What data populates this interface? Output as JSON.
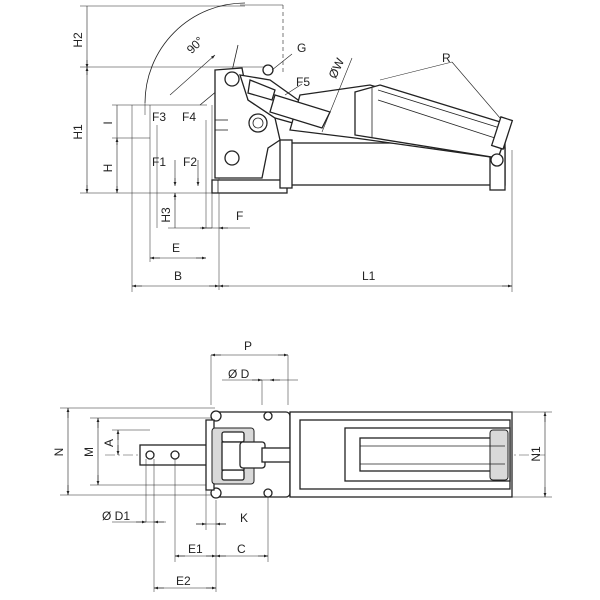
{
  "side_view_labels": {
    "H2": "H2",
    "H1": "H1",
    "H": "H",
    "angle": "90°",
    "G": "G",
    "W": "ØW",
    "F5": "F5",
    "R": "R",
    "F3": "F3",
    "F4": "F4",
    "I": "I",
    "F1": "F1",
    "F2": "F2",
    "H3": "H3",
    "F": "F",
    "E": "E",
    "B": "B",
    "L1": "L1"
  },
  "top_view_labels": {
    "P": "P",
    "D": "Ø D",
    "N": "N",
    "M": "M",
    "A": "A",
    "N1": "N1",
    "D1": "Ø D1",
    "K": "K",
    "E1": "E1",
    "C": "C",
    "E2": "E2"
  }
}
